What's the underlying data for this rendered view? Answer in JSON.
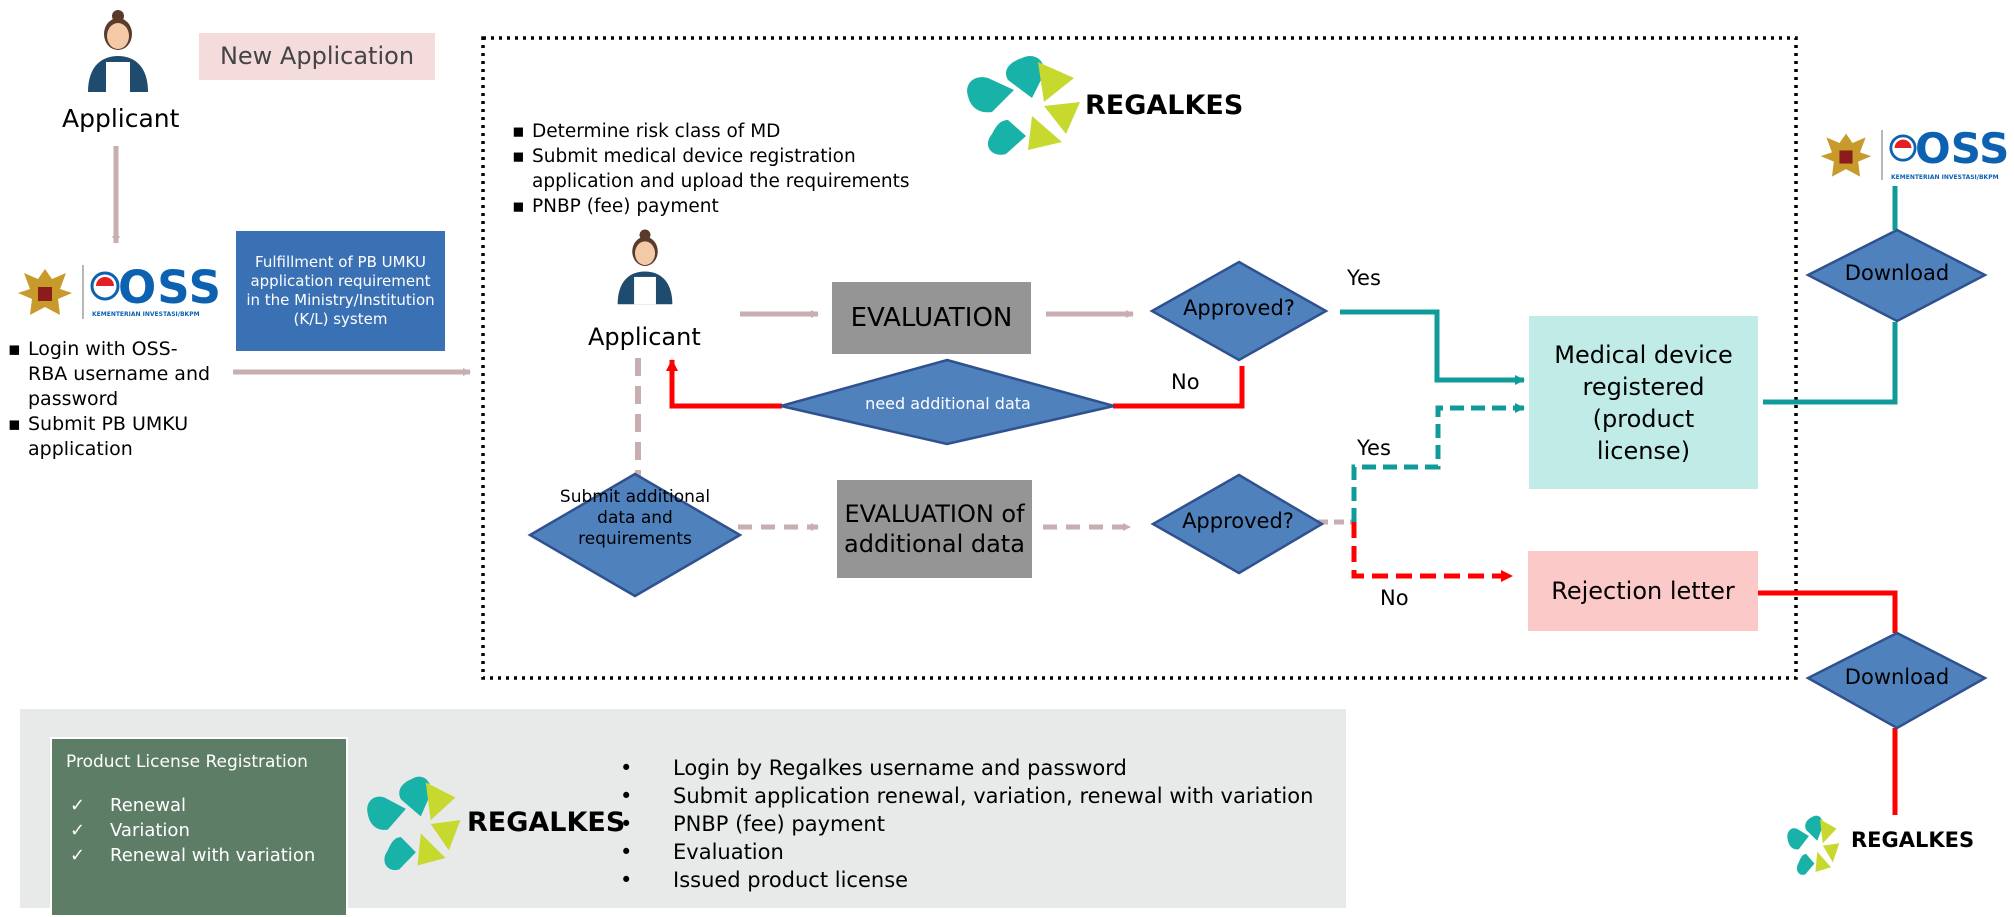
{
  "new_application_label": "New Application",
  "applicant_label": "Applicant",
  "oss": {
    "logo_text": "OSS",
    "logo_subtext": "KEMENTERIAN INVESTASI/BKPM",
    "steps": [
      "Login with OSS-RBA username and password",
      "Submit PB UMKU application"
    ]
  },
  "fulfillment_box": "Fulfillment of PB UMKU application requirement in the Ministry/Institution (K/L) system",
  "regalkes_logo_text": "REGALKES",
  "regalkes_steps": [
    "Determine risk class of MD",
    "Submit medical device registration application and upload the requirements",
    "PNBP (fee) payment"
  ],
  "flow": {
    "applicant": "Applicant",
    "evaluation": "EVALUATION",
    "approved_1": "Approved?",
    "yes_1": "Yes",
    "no_1": "No",
    "need_additional_data": "need additional data",
    "submit_additional": "Submit additional data and requirements",
    "evaluation_additional": "EVALUATION of additional data",
    "approved_2": "Approved?",
    "yes_2": "Yes",
    "no_2": "No",
    "registered": "Medical device registered (product license)",
    "rejection": "Rejection letter",
    "download_1": "Download",
    "download_2": "Download"
  },
  "bottom": {
    "license_title": "Product License Registration",
    "license_types": [
      "Renewal",
      "Variation",
      "Renewal with variation"
    ],
    "steps": [
      "Login by Regalkes username and password",
      "Submit application renewal, variation, renewal with variation",
      "PNBP (fee) payment",
      "Evaluation",
      "Issued product license"
    ]
  },
  "colors": {
    "diamond": "#4f81bd",
    "gray_box": "#959595",
    "teal": "#109a9a",
    "red": "#ff0000",
    "pink_arrow": "#c9aeb1",
    "registered_bg": "#c0ebe6",
    "rejection_bg": "#fcc9c9",
    "blue_box": "#3a70b4",
    "new_app_bg": "#f5dcdc",
    "bottom_bg": "#e7eae8",
    "license_box": "#5e7d67"
  }
}
